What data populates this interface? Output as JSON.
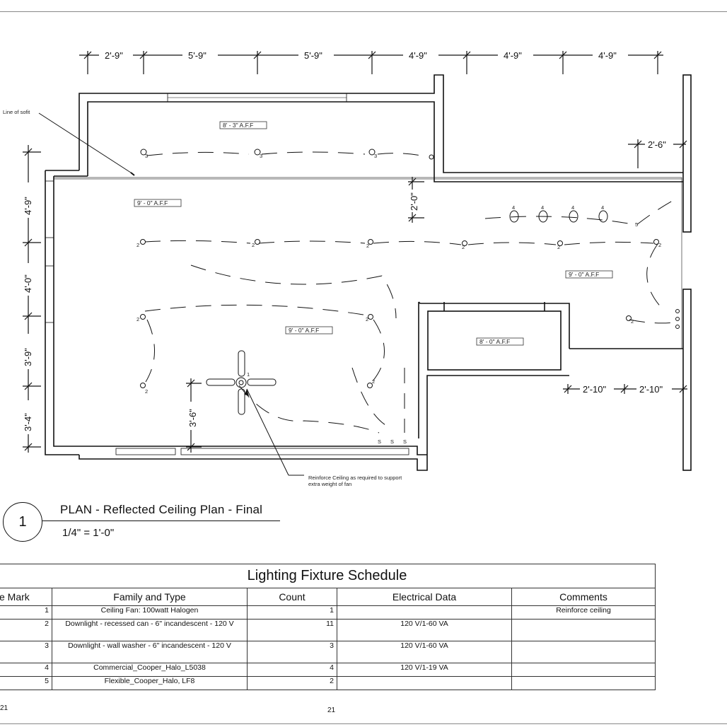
{
  "dimensions_top": [
    "2'-9\"",
    "5'-9\"",
    "5'-9\"",
    "4'-9\"",
    "4'-9\"",
    "4'-9\""
  ],
  "dimensions_left": [
    "4'-9\"",
    "4'-0\"",
    "3'-9\"",
    "3'-4\""
  ],
  "dimension_right_top": "2'-6\"",
  "dimension_center": "2'-0\"",
  "dimension_fan": "3'-6\"",
  "dimensions_bottom_right": [
    "2'-10\"",
    "2'-10\""
  ],
  "ceiling_tags": {
    "upper": "8' - 3\" A.F.F",
    "left": "9' - 0\" A.F.F",
    "center": "9' - 0\" A.F.F",
    "right": "9' - 0\" A.F.F",
    "closet": "8' - 0\" A.F.F"
  },
  "notes": {
    "soffit": "Line of sofit",
    "reinforce_line1": "Reinforce Ceiling as required to support",
    "reinforce_line2": "extra weight of fan"
  },
  "fixture_marks": {
    "fan": "1",
    "downlight": "2",
    "washer": "3",
    "commercial": "4",
    "flexible": "5",
    "switch": "S"
  },
  "view": {
    "number": "1",
    "title": "PLAN - Reflected Ceiling Plan - Final",
    "scale": "1/4\" = 1'-0\""
  },
  "schedule": {
    "title": "Lighting Fixture Schedule",
    "headers": [
      "e Mark",
      "Family and Type",
      "Count",
      "Electrical Data",
      "Comments"
    ],
    "rows": [
      {
        "mark": "1",
        "type": "Ceiling Fan: 100watt Halogen",
        "count": "1",
        "electrical": "",
        "comments": "Reinforce ceiling"
      },
      {
        "mark": "2",
        "type": "Downlight - recessed can - 6\" incandescent - 120 V",
        "count": "11",
        "electrical": "120 V/1-60 VA",
        "comments": ""
      },
      {
        "mark": "3",
        "type": "Downlight - wall washer - 6\" incandescent - 120 V",
        "count": "3",
        "electrical": "120 V/1-60 VA",
        "comments": ""
      },
      {
        "mark": "4",
        "type": "Commercial_Cooper_Halo_L5038",
        "count": "4",
        "electrical": "120 V/1-19 VA",
        "comments": ""
      },
      {
        "mark": "5",
        "type": "Flexible_Cooper_Halo, LF8",
        "count": "2",
        "electrical": "",
        "comments": ""
      }
    ]
  },
  "footer": {
    "left": "21",
    "center": "21"
  }
}
